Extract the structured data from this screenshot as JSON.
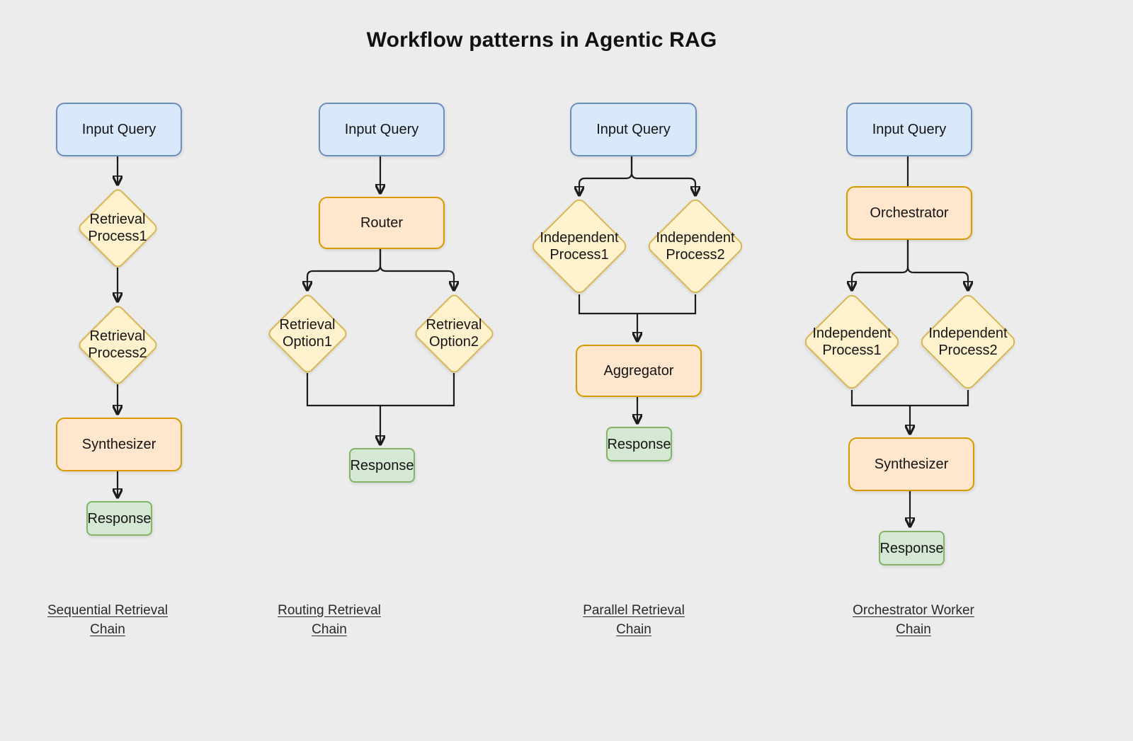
{
  "title": "Workflow patterns in Agentic RAG",
  "colors": {
    "background": "#ececec",
    "input_fill": "#dae8fc",
    "input_border": "#6c8ebf",
    "process_fill": "#fff2cc",
    "process_border": "#d6b656",
    "agent_fill": "#ffe6cc",
    "agent_border": "#d79b00",
    "response_fill": "#d5e8d4",
    "response_border": "#82b366",
    "connector": "#1c1c1c",
    "text": "#141414"
  },
  "diagrams": [
    {
      "caption": "Sequential Retrieval Chain",
      "nodes": {
        "input": "Input Query",
        "process1": "Retrieval Process1",
        "process2": "Retrieval Process2",
        "synthesizer": "Synthesizer",
        "response": "Response"
      }
    },
    {
      "caption": "Routing Retrieval Chain",
      "nodes": {
        "input": "Input Query",
        "router": "Router",
        "option1": "Retrieval Option1",
        "option2": "Retrieval Option2",
        "response": "Response"
      }
    },
    {
      "caption": "Parallel Retrieval Chain",
      "nodes": {
        "input": "Input Query",
        "process1": "Independent Process1",
        "process2": "Independent Process2",
        "aggregator": "Aggregator",
        "response": "Response"
      }
    },
    {
      "caption": "Orchestrator Worker Chain",
      "nodes": {
        "input": "Input Query",
        "orchestrator": "Orchestrator",
        "process1": "Independent Process1",
        "process2": "Independent Process2",
        "synthesizer": "Synthesizer",
        "response": "Response"
      }
    }
  ]
}
